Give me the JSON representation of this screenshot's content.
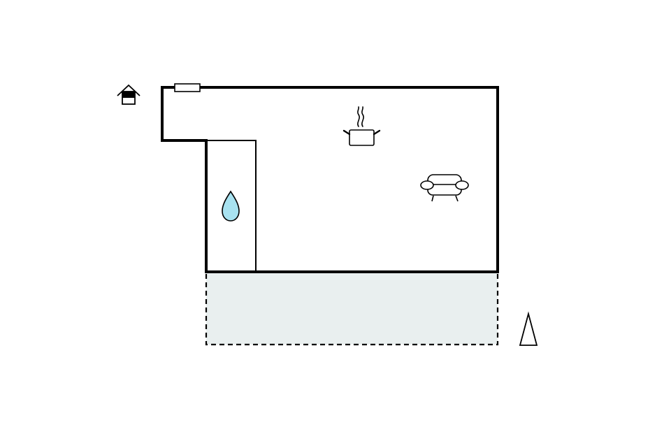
{
  "plan": {
    "colors": {
      "background": "#ffffff",
      "wall": "#000000",
      "terrace_fill": "#e9efef",
      "water_drop": "#a8e2f0"
    },
    "rooms": [
      {
        "id": "main-room",
        "type": "living-kitchen"
      },
      {
        "id": "bathroom",
        "type": "bathroom"
      }
    ],
    "outdoor": {
      "type": "terrace",
      "border": "dashed"
    },
    "icons": [
      "entrance-icon",
      "window-icon",
      "cooking-pot-icon",
      "sofa-icon",
      "water-drop-icon",
      "north-arrow-icon"
    ]
  }
}
